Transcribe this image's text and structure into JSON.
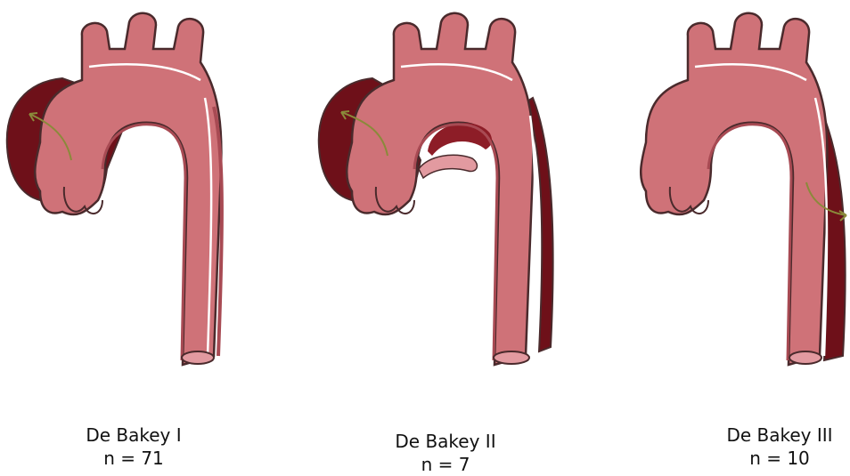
{
  "diagrams": [
    {
      "label": "De Bakey I",
      "count": "n = 71"
    },
    {
      "label": "De Bakey II",
      "count": "n = 7"
    },
    {
      "label": "De Bakey III",
      "count": "n = 10"
    }
  ],
  "colors": {
    "aorta": "#cf7278",
    "aorta_light": "#e29aa0",
    "aorta_dark": "#a84a53",
    "dissection": "#6e1019",
    "dissection_mid": "#8d1d27",
    "outline": "#4a2a2c",
    "arrow": "#8a8a3a"
  }
}
